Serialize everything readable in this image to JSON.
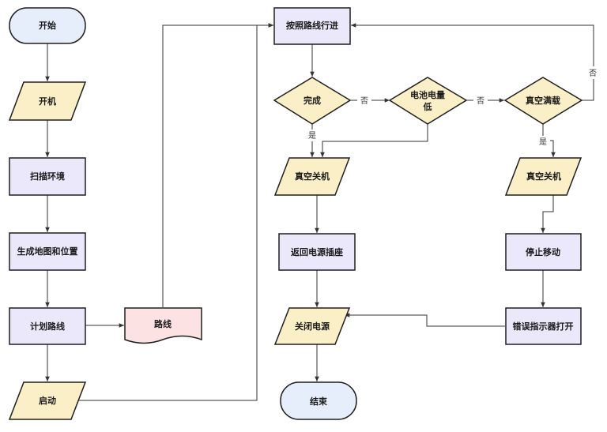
{
  "colors": {
    "terminal_fill": "#e6eefc",
    "process_fill": "#ece8fb",
    "io_fill": "#fbefc8",
    "decision_fill": "#fbefc8",
    "document_fill": "#fde2e4",
    "stroke": "#1f1f1f",
    "edge": "#333333"
  },
  "nodes": {
    "start": {
      "label": "开始",
      "shape": "terminal"
    },
    "power_on": {
      "label": "开机",
      "shape": "parallelogram"
    },
    "scan": {
      "label": "扫描环境",
      "shape": "process"
    },
    "map": {
      "label": "生成地图和位置",
      "shape": "process"
    },
    "plan": {
      "label": "计划路线",
      "shape": "process"
    },
    "route_doc": {
      "label": "路线",
      "shape": "document"
    },
    "launch": {
      "label": "启动",
      "shape": "parallelogram"
    },
    "follow": {
      "label": "按照路线行进",
      "shape": "process"
    },
    "done": {
      "label": "完成",
      "shape": "decision"
    },
    "battery_low": {
      "label_lines": [
        "电池电量",
        "低"
      ],
      "shape": "decision"
    },
    "vacuum_full": {
      "label": "真空满载",
      "shape": "decision"
    },
    "vac_off_left": {
      "label": "真空关机",
      "shape": "parallelogram"
    },
    "vac_off_right": {
      "label": "真空关机",
      "shape": "parallelogram"
    },
    "return_dock": {
      "label": "返回电源插座",
      "shape": "process"
    },
    "stop_move": {
      "label": "停止移动",
      "shape": "process"
    },
    "power_off": {
      "label": "关闭电源",
      "shape": "parallelogram"
    },
    "error_light": {
      "label": "错误指示器打开",
      "shape": "process"
    },
    "end": {
      "label": "结束",
      "shape": "terminal"
    }
  },
  "edge_labels": {
    "done_no": "否",
    "done_yes": "是",
    "battery_no": "否",
    "vacuum_yes": "是",
    "vacuum_no": "否"
  }
}
